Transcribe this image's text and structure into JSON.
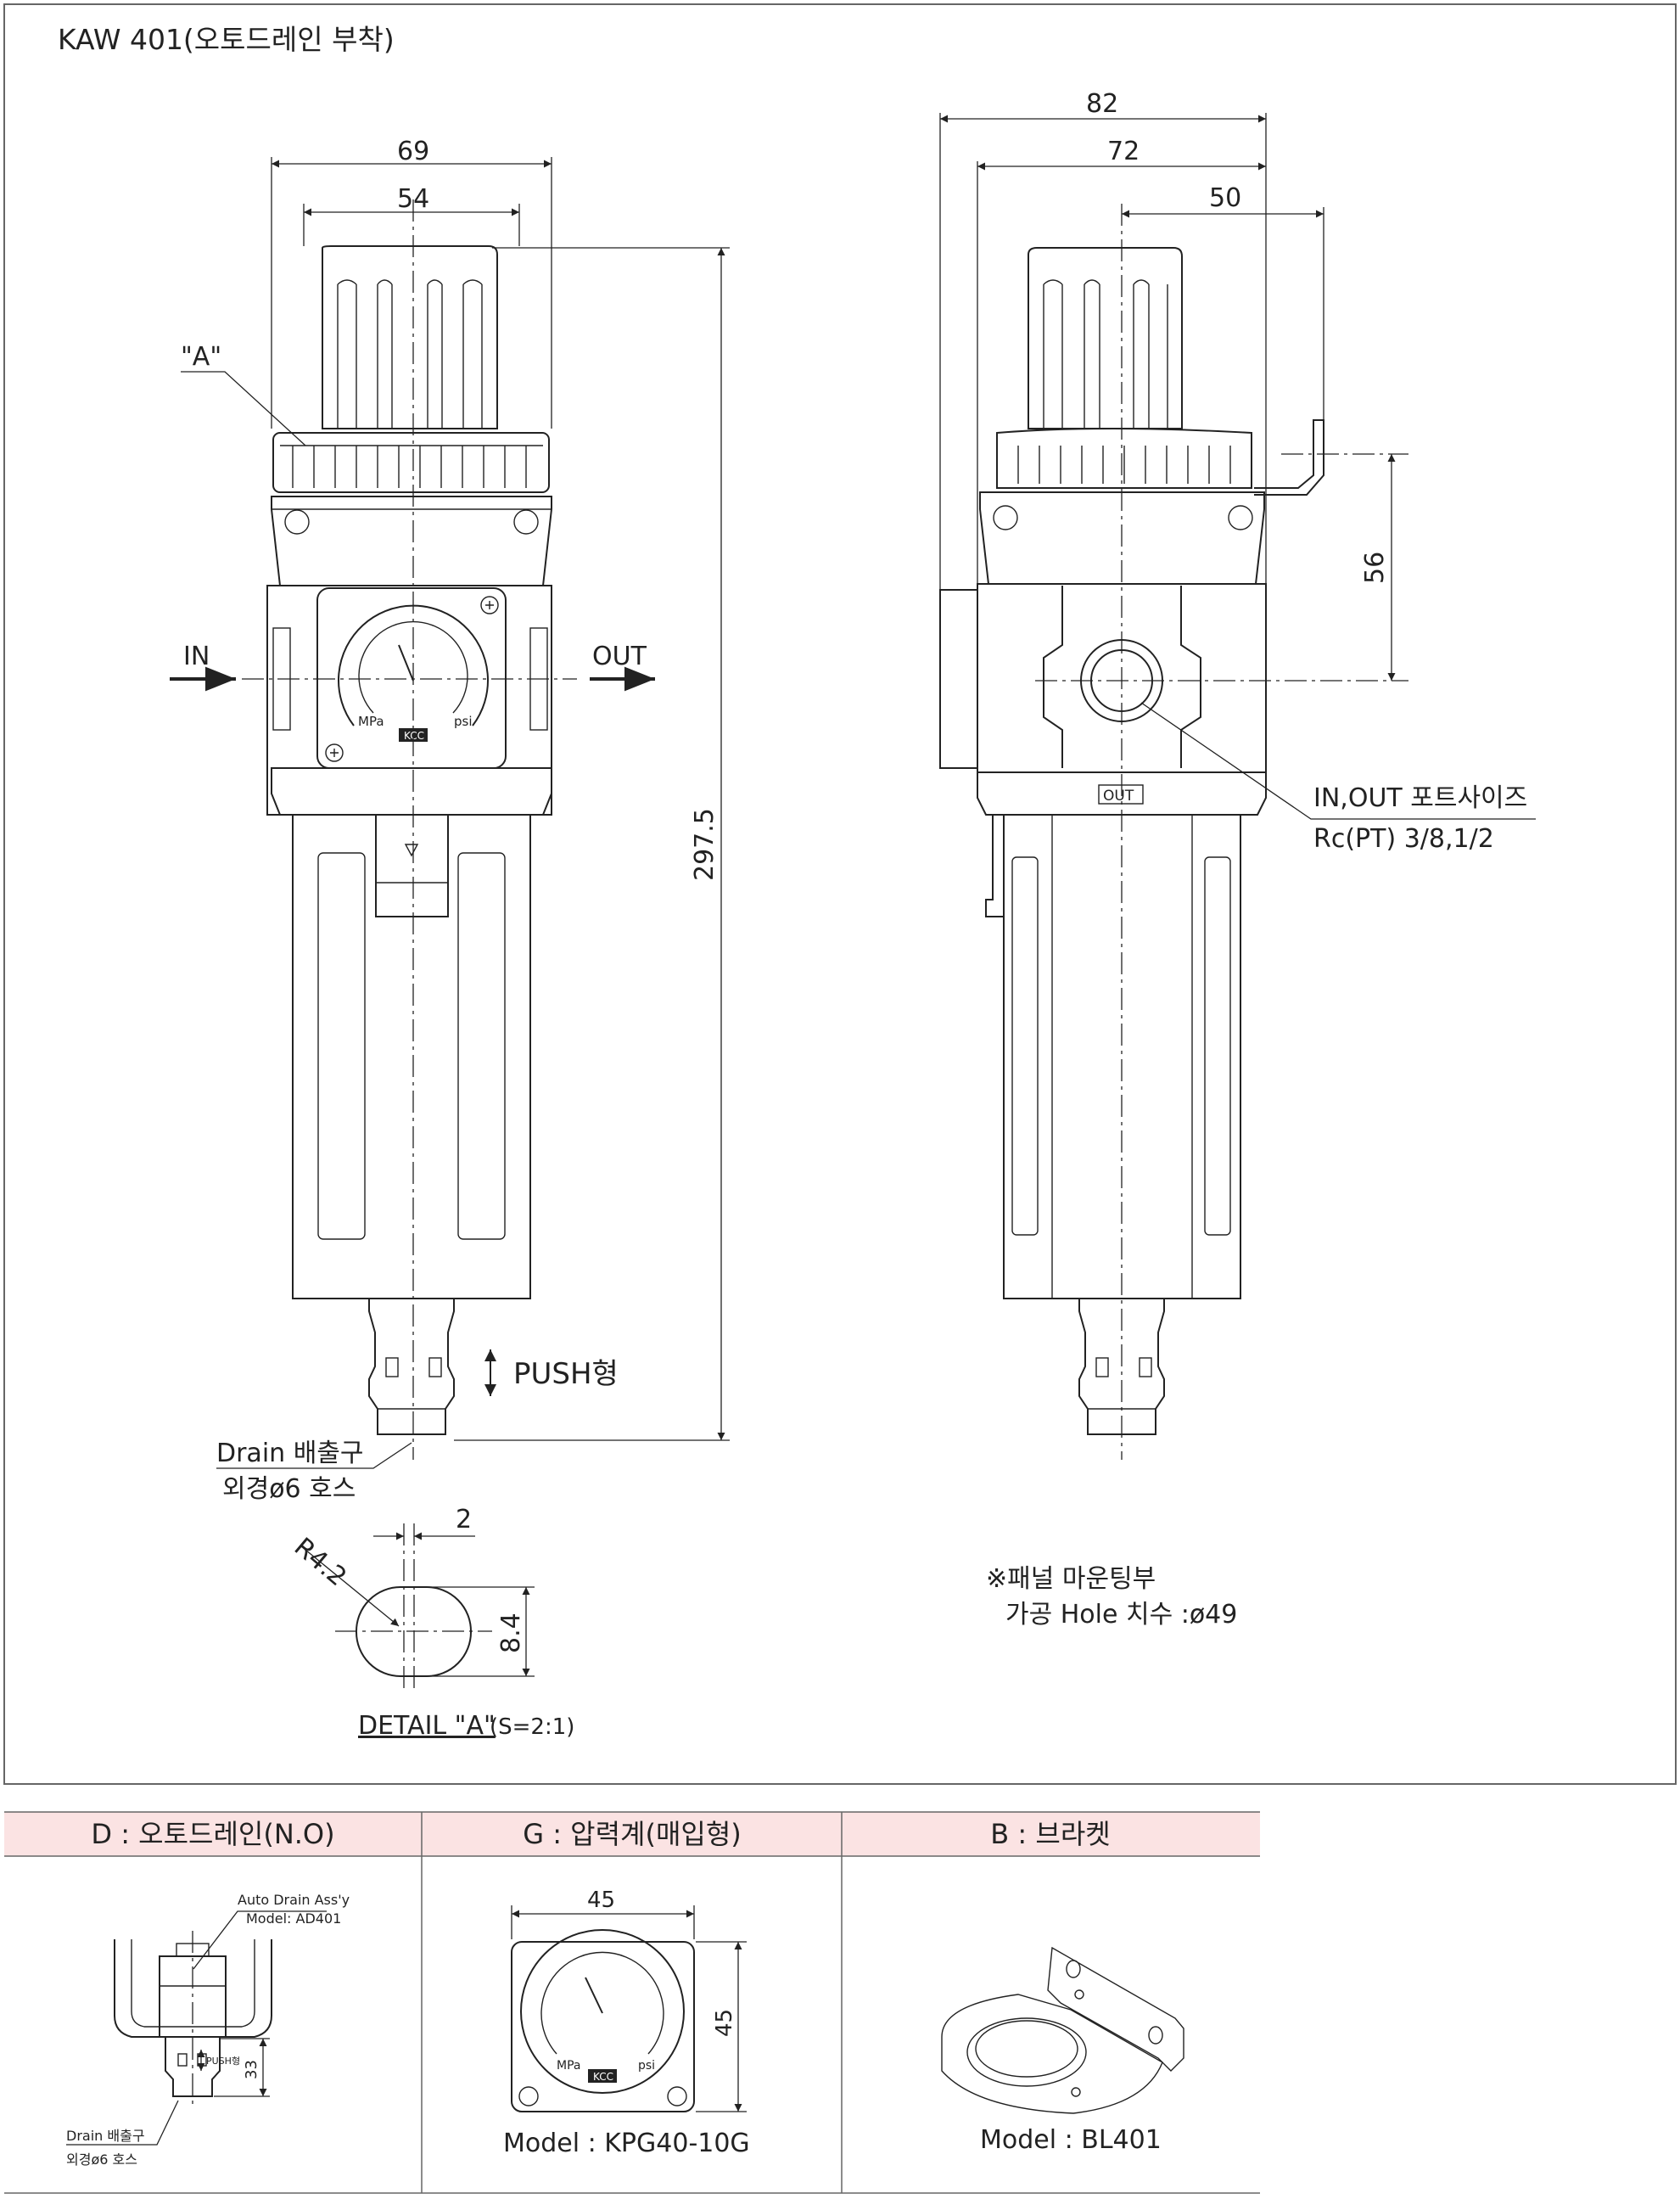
{
  "title": "KAW 401(오토드레인 부착)",
  "front_view": {
    "dim_width_outer": "69",
    "dim_width_inner": "54",
    "dim_height": "297.5",
    "label_in": "IN",
    "label_out": "OUT",
    "label_detail_ref": "\"A\"",
    "label_push": "PUSH형",
    "drain_label_1": "Drain 배출구",
    "drain_label_2": "외경ø6 호스",
    "gauge": {
      "unit_left": "MPa",
      "unit_right": "psi",
      "brand": "KCC"
    }
  },
  "detail_a": {
    "dim_slot_width": "2",
    "dim_radius": "R4.2",
    "dim_height": "8.4",
    "caption": "DETAIL  \"A\"",
    "scale": "(S=2:1)"
  },
  "side_view": {
    "dim_82": "82",
    "dim_72": "72",
    "dim_50": "50",
    "dim_56": "56",
    "port_label_1": "IN,OUT 포트사이즈",
    "port_label_2": "Rc(PT) 3/8,1/2",
    "out_mark": "OUT",
    "panel_note_1": "※패널 마운팅부",
    "panel_note_2": "가공 Hole 치수 :ø49"
  },
  "options": {
    "headers": [
      "D : 오토드레인(N.O)",
      "G : 압력계(매입형)",
      "B : 브라켓"
    ],
    "drain": {
      "assy_label": "Auto Drain Ass'y",
      "model_label": "Model: AD401",
      "push_label": "PUSH형",
      "dim": "33",
      "drain_label_1": "Drain 배출구",
      "drain_label_2": "외경ø6 호스"
    },
    "gauge": {
      "dim_w": "45",
      "dim_h": "45",
      "model": "Model : KPG40-10G",
      "unit_left": "MPa",
      "unit_right": "psi",
      "brand": "KCC"
    },
    "bracket": {
      "model": "Model : BL401"
    }
  },
  "colors": {
    "header_bg": "#fbe3e3",
    "line": "#222222",
    "frame": "#666666"
  }
}
